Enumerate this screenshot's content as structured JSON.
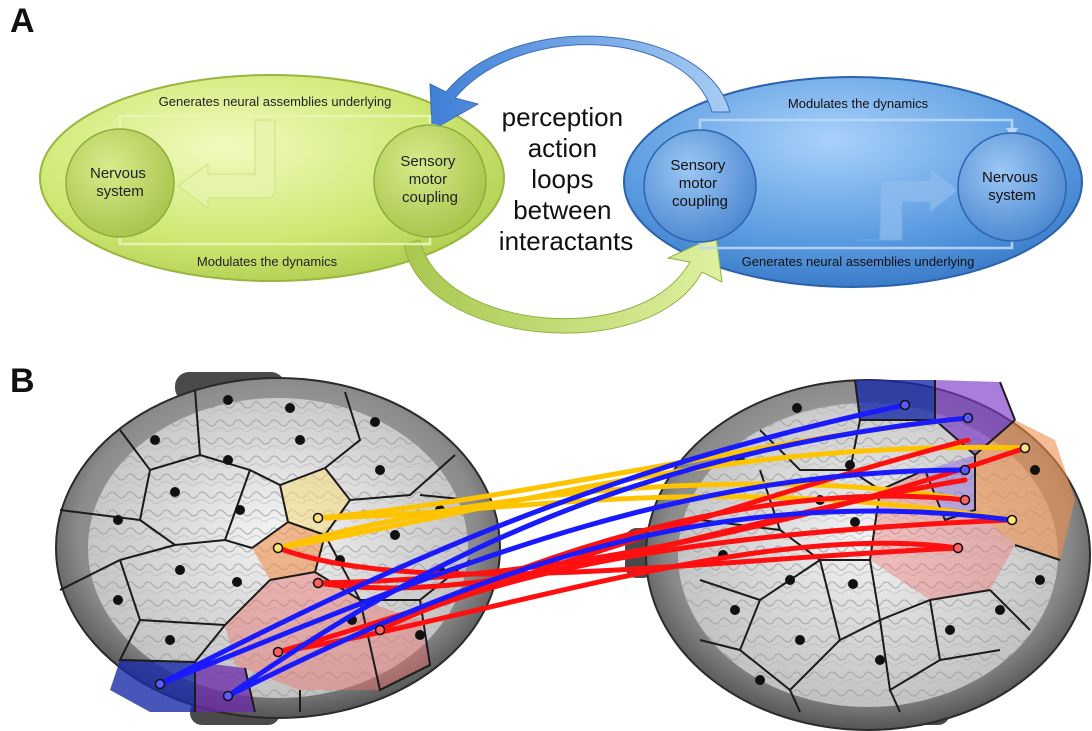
{
  "panel_a": {
    "label": "A",
    "left_system": {
      "nervous_system_label": [
        "Nervous",
        "system"
      ],
      "coupling_label": [
        "Sensory",
        "motor",
        "coupling"
      ],
      "top_arrow_text": "Generates neural assemblies underlying",
      "bottom_arrow_text": "Modulates the dynamics",
      "fill_color": "#c9e66a"
    },
    "right_system": {
      "nervous_system_label": [
        "Nervous",
        "system"
      ],
      "coupling_label": [
        "Sensory",
        "motor",
        "coupling"
      ],
      "top_arrow_text": "Modulates the dynamics",
      "bottom_arrow_text": "Generates neural assemblies underlying",
      "fill_color": "#5a9be0"
    },
    "center_text": [
      "perception",
      "action",
      "loops",
      "between",
      "interactants"
    ]
  },
  "panel_b": {
    "label": "B",
    "colors": {
      "blue_links": "#1a1aff",
      "yellow_links": "#ffc400",
      "red_links": "#ff1010"
    }
  }
}
